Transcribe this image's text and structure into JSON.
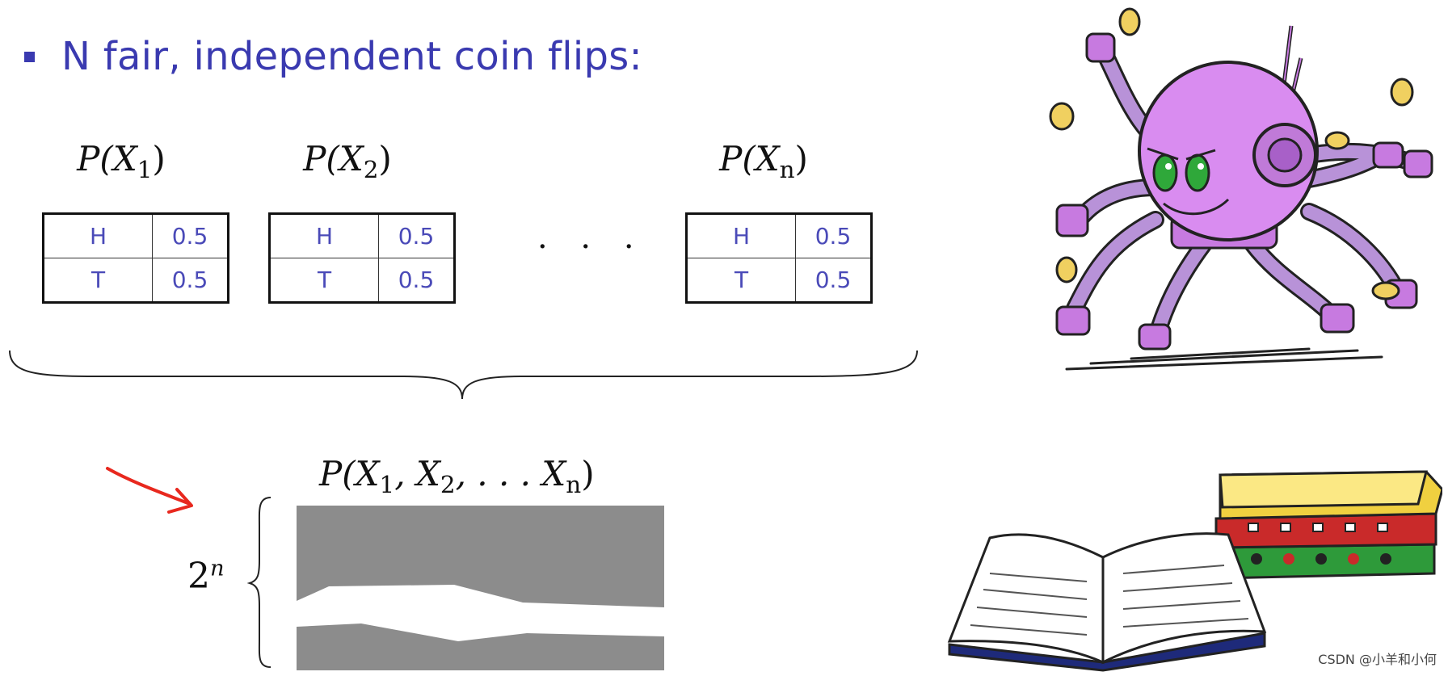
{
  "header": {
    "bullet_text": "N fair, independent coin flips:"
  },
  "tables": [
    {
      "var_main": "P(X",
      "var_sub": "1",
      "var_end": ")",
      "rows": [
        {
          "key": "H",
          "value": "0.5"
        },
        {
          "key": "T",
          "value": "0.5"
        }
      ]
    },
    {
      "var_main": "P(X",
      "var_sub": "2",
      "var_end": ")",
      "rows": [
        {
          "key": "H",
          "value": "0.5"
        },
        {
          "key": "T",
          "value": "0.5"
        }
      ]
    },
    {
      "var_main": "P(X",
      "var_sub": "n",
      "var_end": ")",
      "rows": [
        {
          "key": "H",
          "value": "0.5"
        },
        {
          "key": "T",
          "value": "0.5"
        }
      ]
    }
  ],
  "ellipsis": "· · ·",
  "joint": {
    "label_pre": "P(X",
    "sub1": "1",
    "mid1": ", X",
    "sub2": "2",
    "mid2": ", . . . X",
    "subn": "n",
    "end": ")",
    "size_base": "2",
    "size_exp": "n"
  },
  "colors": {
    "accent": "#3a3ab0",
    "table_text": "#4a4ab8",
    "gray_block": "#8c8c8c",
    "arrow": "#e8281e",
    "robot": "#c77ae0"
  },
  "icons": [
    "robot-octopus-illustration",
    "books-illustration",
    "red-arrow-icon"
  ],
  "watermark": "CSDN @小羊和小何"
}
